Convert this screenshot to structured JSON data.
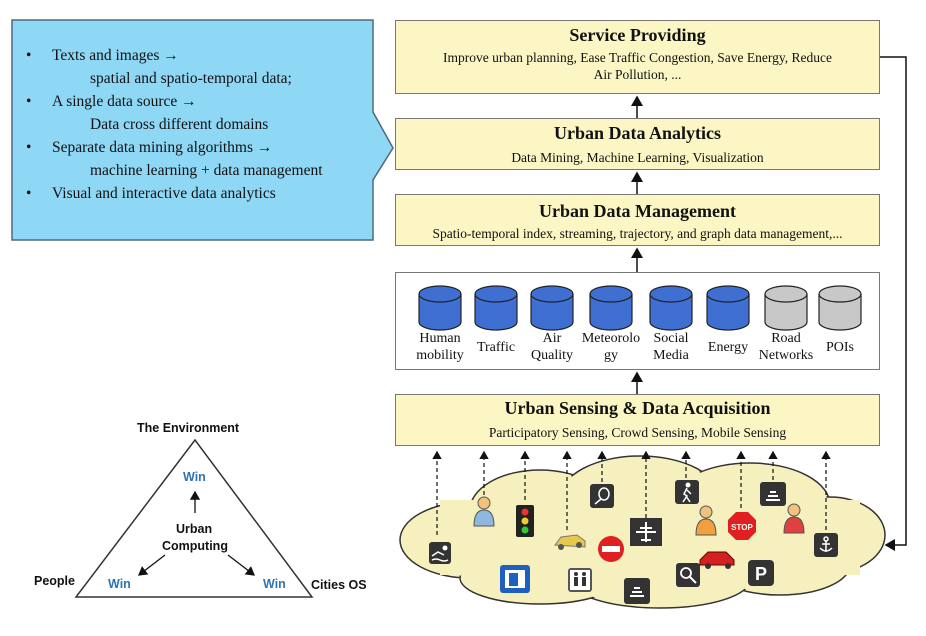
{
  "colors": {
    "layer_fill": "#fbf6c4",
    "callout_fill": "#8fd8f5",
    "db_blue": "#3f6fd1",
    "db_gray": "#c8c8c8",
    "cloud_fill": "#f6f0be",
    "win_text": "#2e74b5"
  },
  "callout": {
    "items": [
      {
        "main": "Texts and images →",
        "sub": "spatial and spatio-temporal data;"
      },
      {
        "main": "A single data source →",
        "sub": "Data cross different domains"
      },
      {
        "main": "Separate data mining algorithms →",
        "sub": "machine learning + data management"
      },
      {
        "main": "Visual and interactive data analytics",
        "sub": ""
      }
    ]
  },
  "layers": {
    "service": {
      "title": "Service Providing",
      "sub1": "Improve urban planning, Ease Traffic Congestion, Save Energy, Reduce",
      "sub2": "Air Pollution, ..."
    },
    "analytics": {
      "title": "Urban Data Analytics",
      "sub": "Data Mining, Machine Learning, Visualization"
    },
    "management": {
      "title": "Urban Data Management",
      "sub": "Spatio-temporal index, streaming, trajectory, and graph data management,..."
    },
    "sensing": {
      "title": "Urban Sensing & Data Acquisition",
      "sub": "Participatory Sensing, Crowd Sensing, Mobile Sensing"
    }
  },
  "datasets": [
    {
      "l1": "Human",
      "l2": "mobility",
      "color": "blue"
    },
    {
      "l1": "Traffic",
      "l2": "",
      "color": "blue"
    },
    {
      "l1": "Air",
      "l2": "Quality",
      "color": "blue"
    },
    {
      "l1": "Meteorolo",
      "l2": "gy",
      "color": "blue"
    },
    {
      "l1": "Social",
      "l2": "Media",
      "color": "blue"
    },
    {
      "l1": "Energy",
      "l2": "",
      "color": "blue"
    },
    {
      "l1": "Road",
      "l2": "Networks",
      "color": "gray"
    },
    {
      "l1": "POIs",
      "l2": "",
      "color": "gray"
    }
  ],
  "triangle": {
    "environment": "The Environment",
    "people": "People",
    "cities": "Cities OS",
    "center1": "Urban",
    "center2": "Computing",
    "win": "Win"
  },
  "icons": {
    "cloud": [
      "swimmer-icon",
      "person-blue-icon",
      "traffic-light-icon",
      "car-yellow-icon",
      "no-entry-icon",
      "fuel-station-icon",
      "tennis-racket-icon",
      "airplane-icon",
      "restroom-icon",
      "signal-icon",
      "hiker-icon",
      "magnifier-icon",
      "person-orange-icon",
      "car-red-icon",
      "stop-sign-icon",
      "parking-icon",
      "wifi-icon",
      "person-red-icon",
      "anchor-icon"
    ]
  }
}
